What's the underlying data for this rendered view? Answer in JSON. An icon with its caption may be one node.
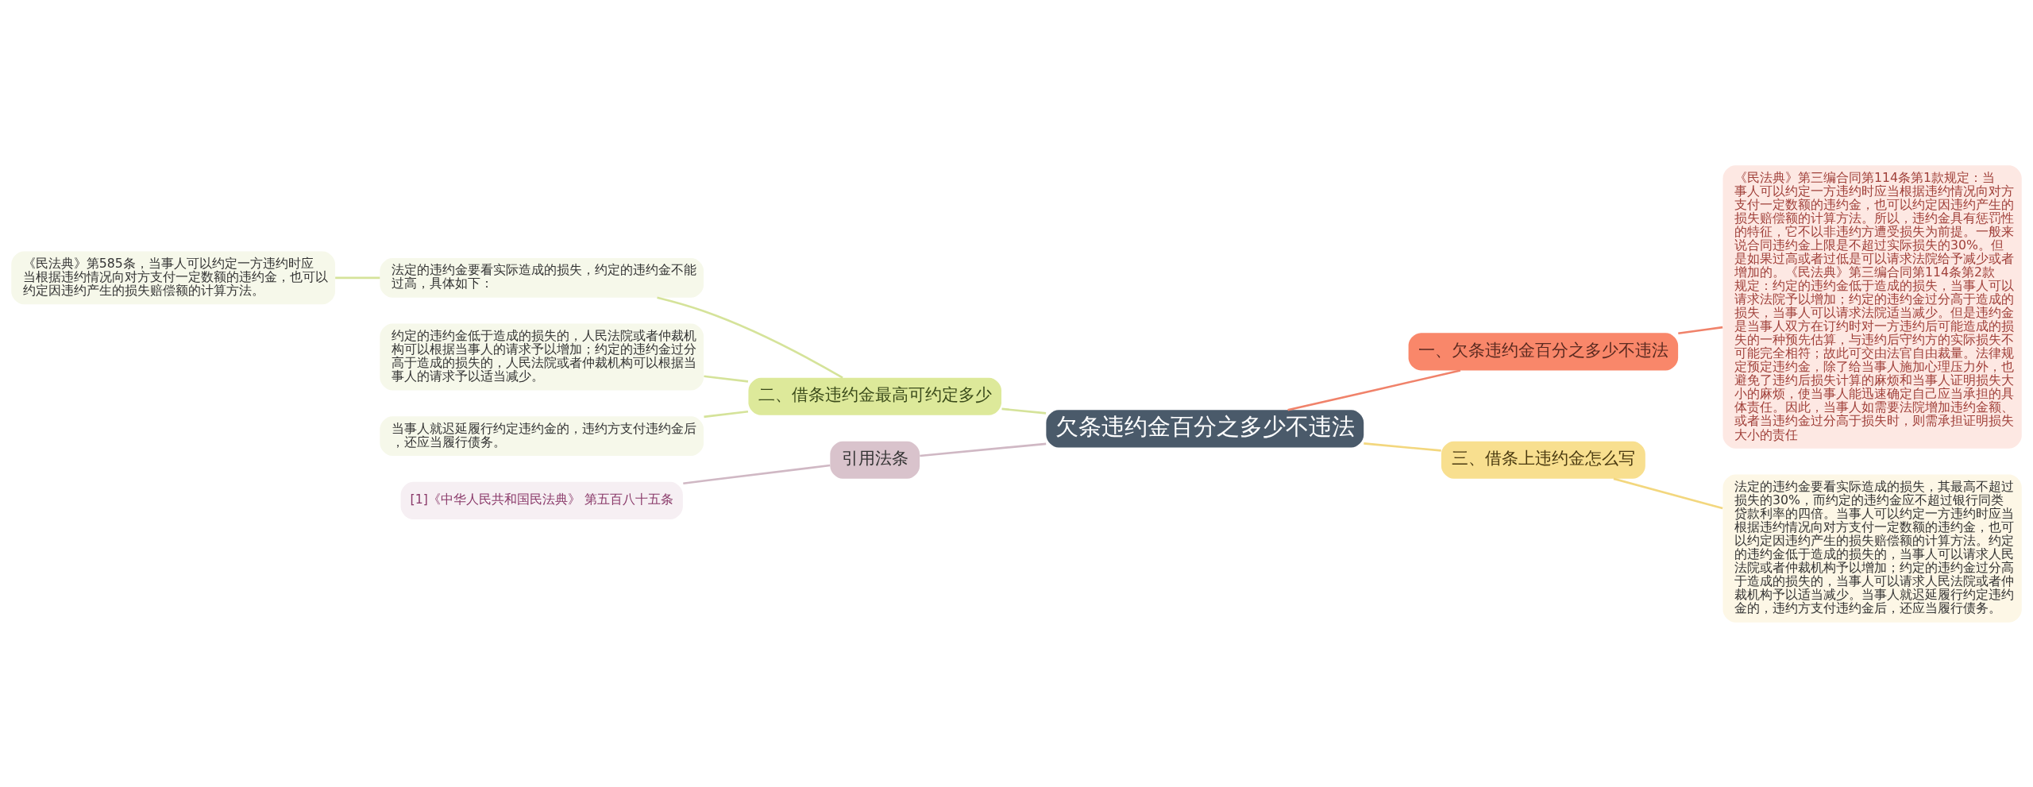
{
  "diagram": {
    "nodes": [
      {
        "text": [
          "欠条违约金百分之多少不违法"
        ]
      },
      {
        "text": [
          "一、欠条违约金百分之多少不违法"
        ]
      },
      {
        "text": [
          "《民法典》第三编合同第114条第1款规定：当事人可以约定一方违约时应当根据违约情况向对方支付一定数额的违约金，也可以约定因违约产生的损失赔偿额的计算方法。所以，违约金具有惩罚性的特征，它不以非违约方遭受损失为前提。一般来说合同违约金上限是不超过实际损失的30%。但是如果过高或者过低是可以请求法院给予减少或者增加的。《民法典》第三编合同第114条第2款规定：约定的违约金低于造成的损失，当事人可以请求法院予以增加；约定的违约金过分高于造成的损失，当事人可以请求法院适当减少。但是违约金是当事人双方在订约时对一方违约后可能造成的损失的一种预先估算，与违约后守约方的实际损失不可能完全相符；故此可交由法官自由裁量。法律规定预定违约金，除了给当事人施加心理压力外，也避免了违约后损失计算的麻烦和当事人证明损失大小的麻烦，使当事人能迅速确定自己应当承担的具体责任。因此，当事人如需要法院增加违约金额、或者当违约金过分高于损失时，则需承担证明损失大小的责任"
        ]
      },
      {
        "text": [
          "二、借条违约金最高可约定多少"
        ]
      },
      {
        "text": [
          "法定的违约金要看实际造成的损失，约定的违约金不能过高，具体如下："
        ]
      },
      {
        "text": [
          "《民法典》第585条，当事人可以约定一方违约时应当根据违约情况向对方支付一定数额的违约金，也可以约定因违约产生的损失赔偿额的计算方法。"
        ]
      },
      {
        "text": [
          "约定的违约金低于造成的损失的，人民法院或者仲裁机构可以根据当事人的请求予以增加；约定的违约金过分高于造成的损失的，人民法院或者仲裁机构可以根据当事人的请求予以适当减少。"
        ]
      },
      {
        "text": [
          "当事人就迟延履行约定违约金的，违约方支付违约金后，还应当履行债务。"
        ]
      },
      {
        "text": [
          "三、借条上违约金怎么写"
        ]
      },
      {
        "text": [
          "法定的违约金要看实际造成的损失，其最高不超过损失的30%，而约定的违约金应不超过银行同类贷款利率的四倍。当事人可以约定一方违约时应当根据违约情况向对方支付一定数额的违约金，也可以约定因违约产生的损失赔偿额的计算方法。约定的违约金低于造成的损失的，当事人可以请求人民法院或者仲裁机构予以增加；约定的违约金过分高于造成的损失的，当事人可以请求人民法院或者仲裁机构予以适当减少。当事人就迟延履行约定违约金的，违约方支付违约金后，还应当履行债务。"
        ]
      },
      {
        "text": [
          "引用法条"
        ]
      },
      {
        "text": [
          "[1]《中华人民共和国民法典》 第五百八十五条"
        ]
      }
    ],
    "edges": [
      {
        "from": 0,
        "to": 1,
        "arrow": "none",
        "color": "#f0826a"
      },
      {
        "from": 1,
        "to": 2,
        "arrow": "none",
        "color": "#f0826a"
      },
      {
        "from": 0,
        "to": 3,
        "arrow": "none"
      },
      {
        "from": 3,
        "to": 4,
        "arrow": "none"
      },
      {
        "from": 4,
        "to": 5,
        "arrow": "none"
      },
      {
        "from": 3,
        "to": 6,
        "arrow": "none"
      },
      {
        "from": 3,
        "to": 7,
        "arrow": "none"
      },
      {
        "from": 0,
        "to": 8,
        "arrow": "none",
        "color": "#f3d77e"
      },
      {
        "from": 8,
        "to": 9,
        "arrow": "none",
        "color": "#f3d77e"
      },
      {
        "from": 0,
        "to": 10,
        "arrow": "none",
        "color": "#d0b8c4"
      },
      {
        "from": 10,
        "to": 11,
        "arrow": "none",
        "color": "#d0b8c4"
      }
    ]
  }
}
